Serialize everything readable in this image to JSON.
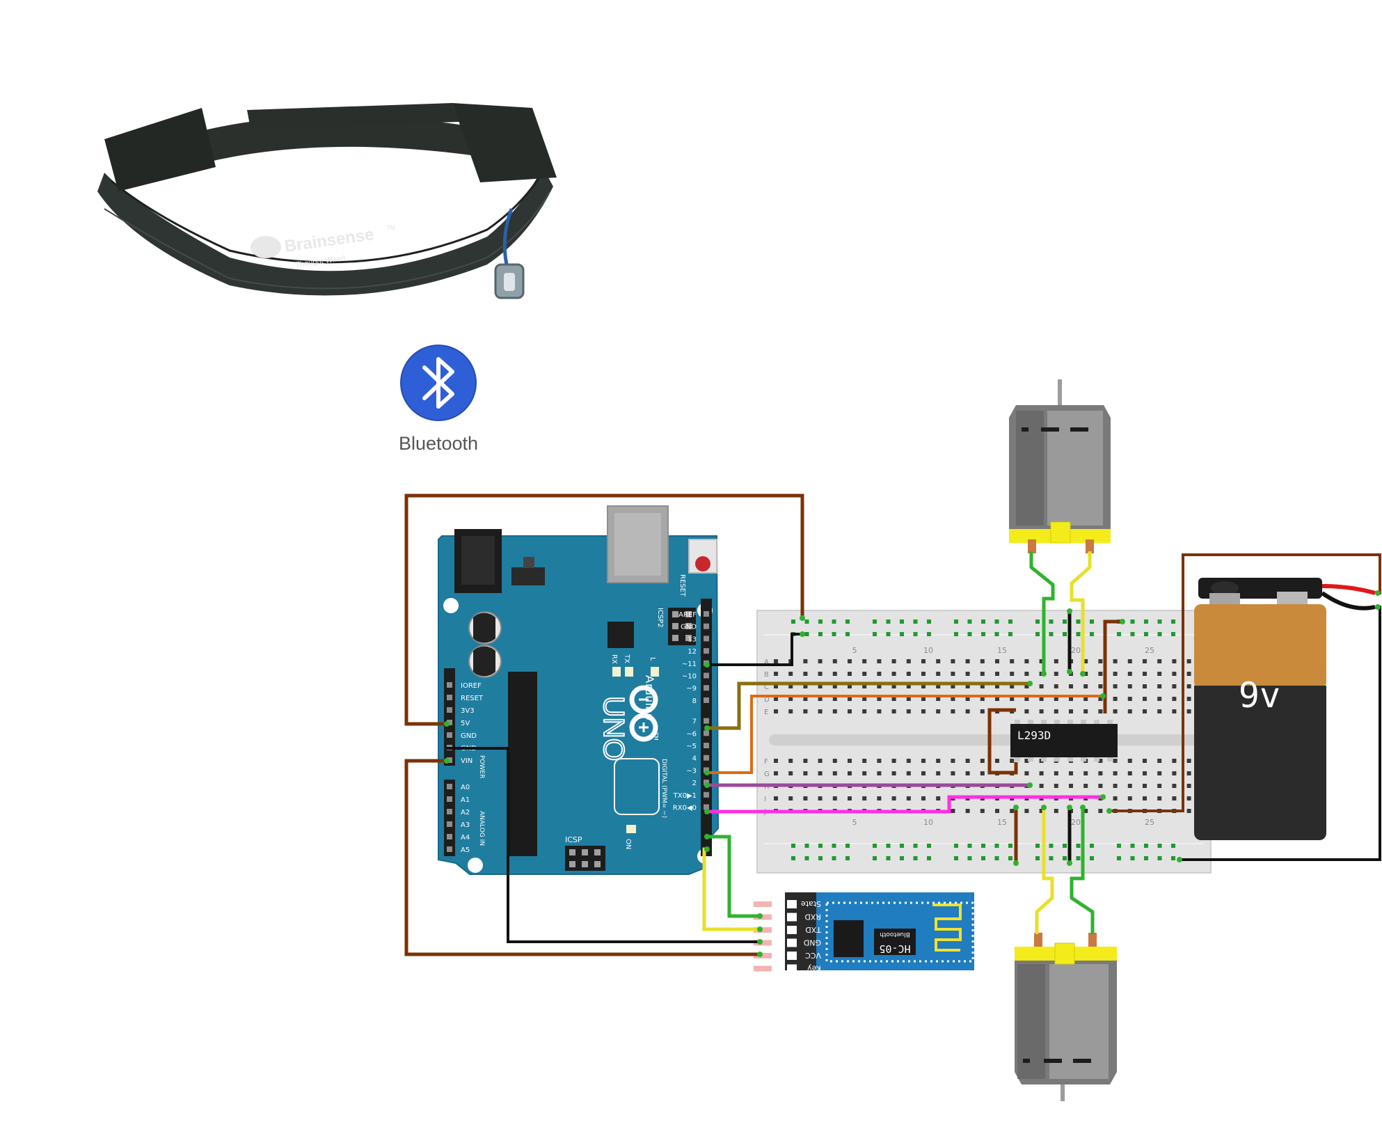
{
  "colors": {
    "arduino_board": "#1f7da0",
    "wire_brown": "#7a3205",
    "wire_black": "#111111",
    "wire_green": "#2fb32f",
    "wire_yellow": "#e8e02a",
    "wire_orange": "#e06a10",
    "wire_olive": "#8a6e10",
    "wire_purple": "#9a4a9a",
    "wire_magenta": "#ff2ee6",
    "bluetooth_blue": "#2f5fd6",
    "motor_yellow": "#f3ec1a",
    "battery_orange": "#c98a3c"
  },
  "headband": {
    "brand": "Brainsense",
    "tagline": "Thought Wired",
    "trademark": "TM"
  },
  "bluetooth": {
    "icon": "bluetooth-icon",
    "label": "Bluetooth"
  },
  "arduino": {
    "brand": "Arduino",
    "tm": "TM",
    "model": "UNO",
    "reset_label": "RESET",
    "icsp2_label": "ICSP2",
    "icsp_label": "ICSP",
    "on_label": "ON",
    "l_label": "L",
    "tx_label": "TX",
    "rx_label": "RX",
    "digital_label": "DIGITAL (PWM= ~)",
    "power_label": "POWER",
    "analog_label": "ANALOG IN",
    "digital_pins": [
      "AREF",
      "GND",
      "13",
      "12",
      "~11",
      "~10",
      "~9",
      "8",
      "7",
      "~6",
      "~5",
      "4",
      "~3",
      "2",
      "TX0▶1",
      "RX0◀0"
    ],
    "power_pins": [
      "IOREF",
      "RESET",
      "3V3",
      "5V",
      "GND",
      "GND",
      "VIN"
    ],
    "analog_pins": [
      "A0",
      "A1",
      "A2",
      "A3",
      "A4",
      "A5"
    ]
  },
  "breadboard": {
    "column_numbers": [
      "5",
      "10",
      "15",
      "20",
      "25"
    ],
    "row_letters_top": [
      "A",
      "B",
      "C",
      "D",
      "E"
    ],
    "row_letters_bottom": [
      "F",
      "G",
      "H",
      "I",
      "J"
    ]
  },
  "motor_driver": {
    "label": "L293D"
  },
  "battery": {
    "label": "9v"
  },
  "hc05": {
    "label": "HC-05",
    "sublabel": "Bluetooth",
    "pins": [
      "State",
      "RXD",
      "TXD",
      "GND",
      "VCC",
      "Key"
    ]
  }
}
